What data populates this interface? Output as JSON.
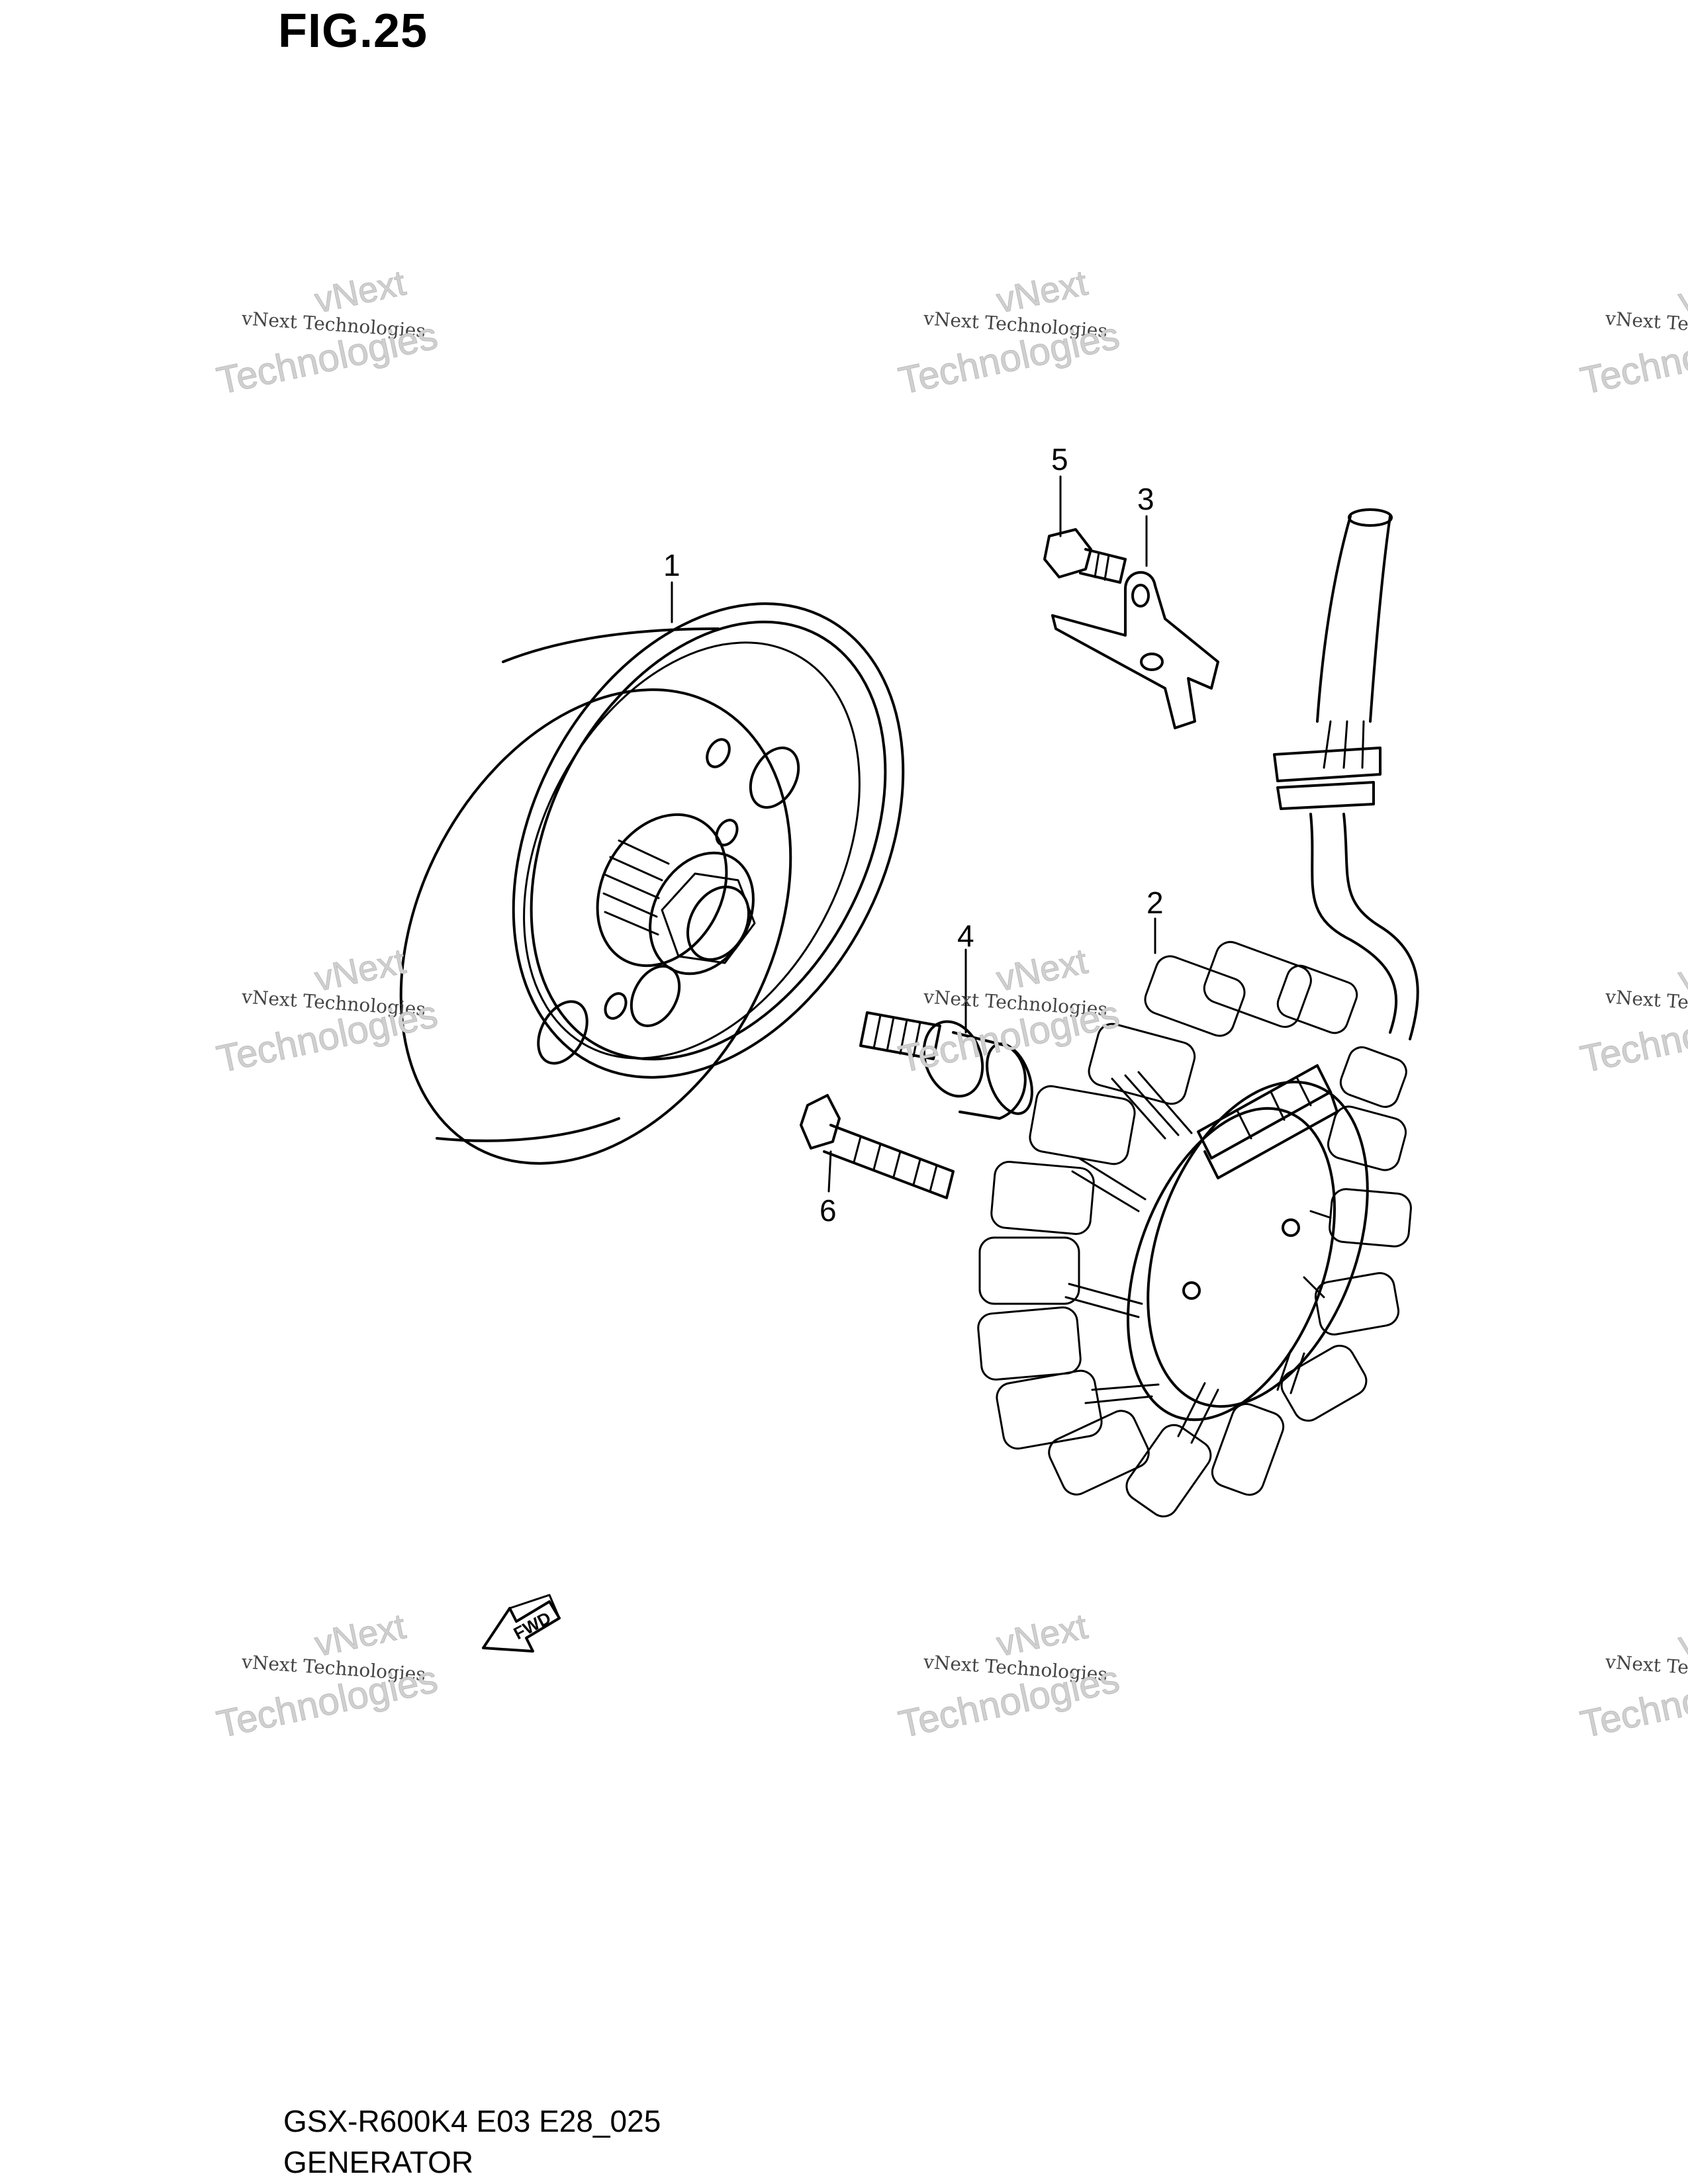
{
  "figure": {
    "title": "FIG.25",
    "code": "GSX-R600K4 E03 E28_025",
    "name": "GENERATOR"
  },
  "callouts": [
    "1",
    "2",
    "3",
    "4",
    "5",
    "6"
  ],
  "direction_marker": "FWD",
  "watermark": {
    "line1": "vNext",
    "line2": "vNext Technologies",
    "line3": "Technologies"
  }
}
